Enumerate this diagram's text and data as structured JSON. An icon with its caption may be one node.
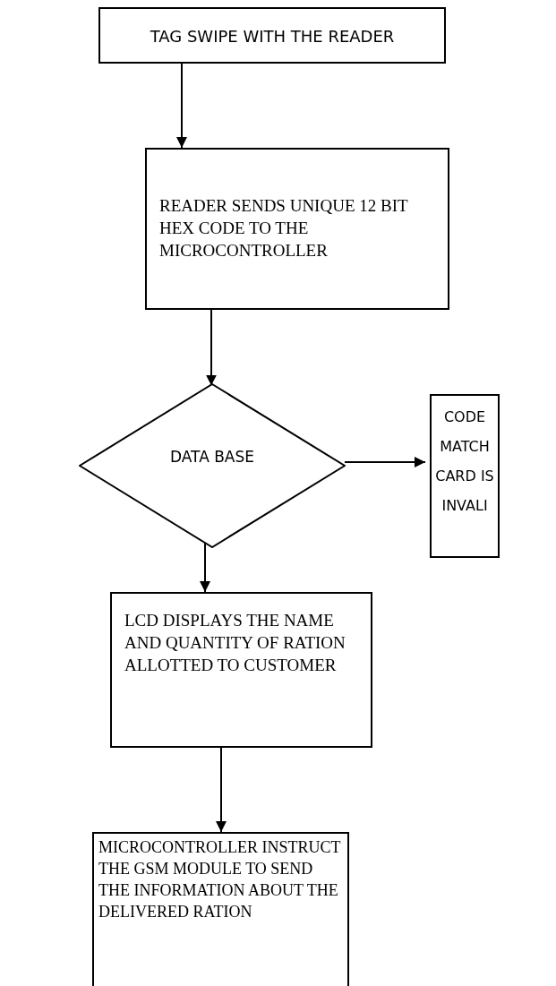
{
  "diagram": {
    "nodes": [
      {
        "text": [
          "TAG SWIPE WITH THE READER"
        ]
      },
      {
        "text": [
          "READER SENDS UNIQUE 12 BIT HEX CODE TO THE MICROCONTROLLER"
        ]
      },
      {
        "text": [
          "DATA BASE"
        ]
      },
      {
        "text": [
          "CODE MATCH CARD IS INVALI"
        ]
      },
      {
        "text": [
          "LCD DISPLAYS THE NAME AND QUANTITY OF RATION ALLOTTED TO CUSTOMER"
        ]
      },
      {
        "text": [
          "MICROCONTROLLER INSTRUCT THE GSM MODULE TO SEND THE INFORMATION ABOUT THE DELIVERED RATION"
        ]
      }
    ],
    "edges": [
      {
        "from": 0,
        "to": 1,
        "arrow": "to"
      },
      {
        "from": 1,
        "to": 2,
        "arrow": "to"
      },
      {
        "from": 2,
        "to": 3,
        "arrow": "to"
      },
      {
        "from": 2,
        "to": 4,
        "arrow": "to"
      },
      {
        "from": 4,
        "to": 5,
        "arrow": "to"
      }
    ]
  }
}
